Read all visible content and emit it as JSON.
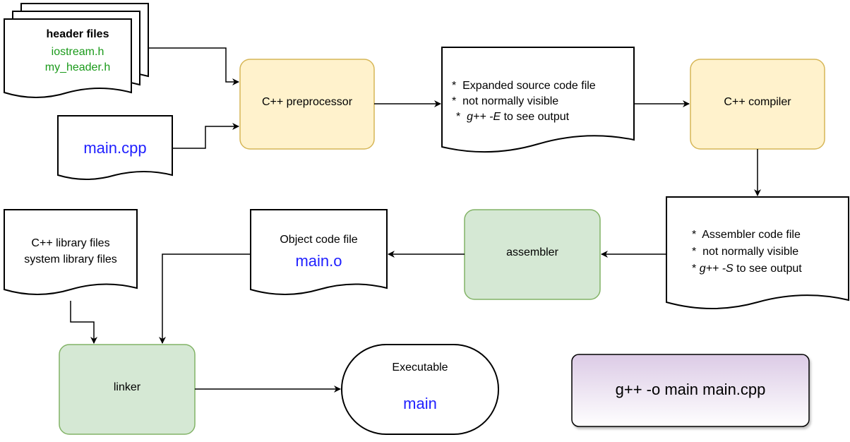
{
  "header_files": {
    "title": "header files",
    "files": [
      "iostream.h",
      "my_header.h"
    ]
  },
  "main_cpp": "main.cpp",
  "preprocessor": "C++ preprocessor",
  "expanded_source": {
    "line1": "Expanded source code file",
    "line2": "not normally visible",
    "line3_cmd": "g++ -E",
    "line3_rest": " to see output"
  },
  "compiler": "C++ compiler",
  "assembler_code": {
    "line1": "Assembler code file",
    "line2": "not normally visible",
    "line3_cmd": "g++ -S",
    "line3_rest": " to see output"
  },
  "assembler": "assembler",
  "object_file": {
    "title": "Object code file",
    "name": "main.o"
  },
  "libraries": {
    "line1": "C++ library files",
    "line2": "system library files"
  },
  "linker": "linker",
  "executable": {
    "title": "Executable",
    "name": "main"
  },
  "command": "g++ -o main main.cpp",
  "bullet": "*",
  "colors": {
    "preprocess_fill": "#fff2cc",
    "preprocess_stroke": "#d6b656",
    "assemble_fill": "#d5e8d4",
    "assemble_stroke": "#82b366",
    "command_fill_top": "#e1d5e7",
    "command_fill_bottom": "#ffffff",
    "header_text": "#1a9a1a",
    "filename_text": "#1f1fff"
  }
}
